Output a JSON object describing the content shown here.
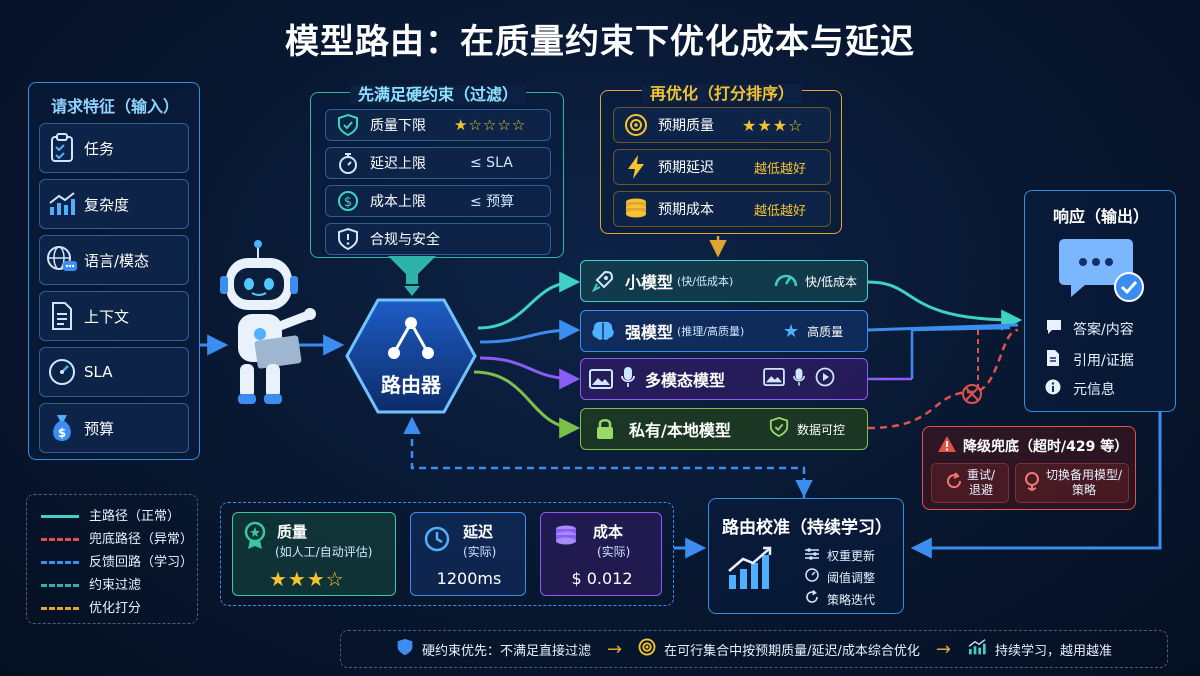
{
  "title": "模型路由：在质量约束下优化成本与延迟",
  "input_panel": {
    "title": "请求特征（输入）",
    "items": [
      {
        "label": "任务",
        "icon": "clipboard-check-icon"
      },
      {
        "label": "复杂度",
        "icon": "chart-up-icon"
      },
      {
        "label": "语言/模态",
        "icon": "globe-chat-icon"
      },
      {
        "label": "上下文",
        "icon": "document-icon"
      },
      {
        "label": "SLA",
        "icon": "gauge-icon"
      },
      {
        "label": "预算",
        "icon": "money-bag-icon"
      }
    ]
  },
  "constraints_panel": {
    "title": "先满足硬约束（过滤）",
    "items": [
      {
        "label": "质量下限",
        "value": "★☆☆☆☆",
        "icon": "shield-check-icon"
      },
      {
        "label": "延迟上限",
        "value": "≤ SLA",
        "icon": "stopwatch-icon"
      },
      {
        "label": "成本上限",
        "value": "≤ 预算",
        "icon": "dollar-circle-icon"
      },
      {
        "label": "合规与安全",
        "value": "",
        "icon": "shield-alert-icon"
      }
    ]
  },
  "scoring_panel": {
    "title": "再优化（打分排序）",
    "items": [
      {
        "label": "预期质量",
        "value": "★★★☆",
        "icon": "target-icon"
      },
      {
        "label": "预期延迟",
        "value": "越低越好",
        "icon": "lightning-icon"
      },
      {
        "label": "预期成本",
        "value": "越低越好",
        "icon": "coins-icon"
      }
    ]
  },
  "router": {
    "label": "路由器"
  },
  "models": [
    {
      "name": "小模型",
      "sub": "(快/低成本)",
      "tag": "快/低成本",
      "color": "#3fd1c6"
    },
    {
      "name": "强模型",
      "sub": "(推理/高质量)",
      "tag": "高质量",
      "color": "#3b8ef0"
    },
    {
      "name": "多模态模型",
      "sub": "",
      "tag": "",
      "color": "#8b5cf6"
    },
    {
      "name": "私有/本地模型",
      "sub": "",
      "tag": "数据可控",
      "color": "#7cc04a"
    }
  ],
  "output_panel": {
    "title": "响应（输出）",
    "items": [
      {
        "label": "答案/内容",
        "icon": "chat-bubble-icon"
      },
      {
        "label": "引用/证据",
        "icon": "document-icon"
      },
      {
        "label": "元信息",
        "icon": "info-icon"
      }
    ]
  },
  "fallback": {
    "title": "降级兜底（超时/429 等）",
    "items": [
      {
        "label": "重试/\n退避",
        "icon": "retry-icon"
      },
      {
        "label": "切换备用模型/\n策略",
        "icon": "switch-icon"
      }
    ]
  },
  "metrics": [
    {
      "label": "质量",
      "sub": "(如人工/自动评估)",
      "value": "★★★☆",
      "icon": "award-icon",
      "color": "#38c7a0"
    },
    {
      "label": "延迟",
      "sub": "(实际)",
      "value": "1200ms",
      "icon": "clock-icon",
      "color": "#3b8ef0"
    },
    {
      "label": "成本",
      "sub": "(实际)",
      "value": "$ 0.012",
      "icon": "coins-icon",
      "color": "#8b5cf6"
    }
  ],
  "calibration": {
    "title": "路由校准（持续学习）",
    "items": [
      {
        "label": "权重更新",
        "icon": "sliders-icon"
      },
      {
        "label": "阈值调整",
        "icon": "gauge-icon"
      },
      {
        "label": "策略迭代",
        "icon": "refresh-icon"
      }
    ]
  },
  "legend": [
    {
      "label": "主路径（正常）",
      "color": "#3fd1c6",
      "style": "solid"
    },
    {
      "label": "兜底路径（异常）",
      "color": "#e0524a",
      "style": "dashed"
    },
    {
      "label": "反馈回路（学习）",
      "color": "#3b8ef0",
      "style": "dashed"
    },
    {
      "label": "约束过滤",
      "color": "#2fb3a8",
      "style": "dashed"
    },
    {
      "label": "优化打分",
      "color": "#e0a532",
      "style": "dashed"
    }
  ],
  "footer": [
    {
      "label": "硬约束优先：不满足直接过滤",
      "icon": "shield-icon"
    },
    {
      "label": "在可行集合中按预期质量/延迟/成本综合优化",
      "icon": "target-icon"
    },
    {
      "label": "持续学习，越用越准",
      "icon": "chart-up-icon"
    }
  ],
  "colors": {
    "accent": "#2f8fe0",
    "filter": "#2fb3a8",
    "score": "#e0a532",
    "fallback": "#e0524a",
    "feedback": "#3b8ef0"
  }
}
